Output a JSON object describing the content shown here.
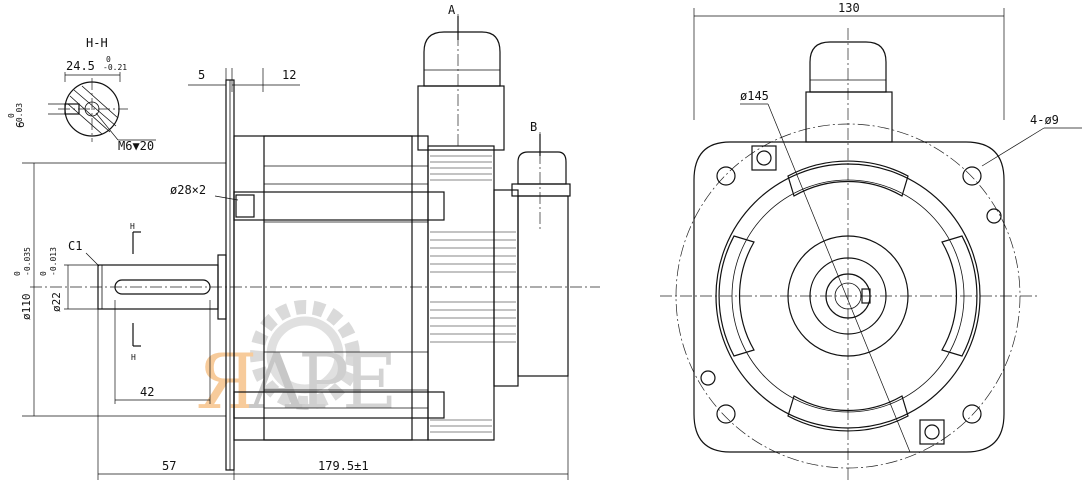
{
  "section": {
    "title": "H-H",
    "width": "24.5",
    "width_tol_upper": "0",
    "width_tol_lower": "-0.21",
    "key_width": "6",
    "key_tol_upper": "0",
    "key_tol_lower": "-0.03",
    "thread": "M6▼20"
  },
  "side_view": {
    "flange_thickness": "5",
    "flange_offset": "12",
    "boss_callout": "ø28×2",
    "chamfer": "C1",
    "flange_dia": "ø110",
    "flange_dia_tol_upper": "0",
    "flange_dia_tol_lower": "-0.035",
    "shaft_dia": "ø22",
    "shaft_dia_tol_upper": "0",
    "shaft_dia_tol_lower": "-0.013",
    "section_mark": "H",
    "key_length": "42",
    "shaft_length": "57",
    "body_length": "179.5±1",
    "connector_a": "A",
    "connector_b": "B"
  },
  "front_view": {
    "width": "130",
    "pcd": "ø145",
    "holes": "4-ø9"
  },
  "watermark": {
    "text": "ЯАРЕ"
  }
}
